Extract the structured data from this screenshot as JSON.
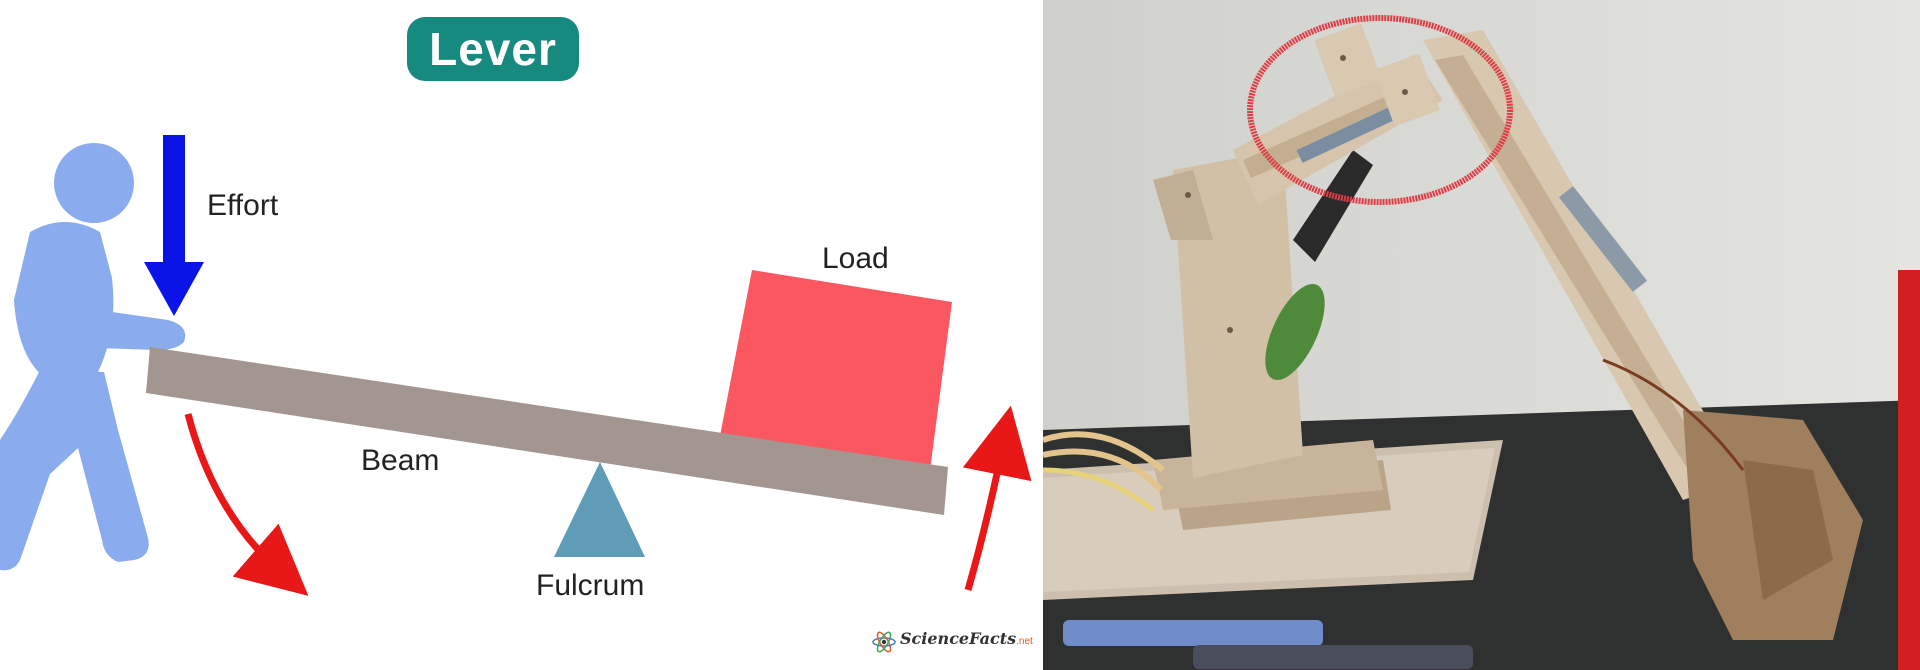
{
  "diagram": {
    "title": "Lever",
    "labels": {
      "effort": "Effort",
      "load": "Load",
      "beam": "Beam",
      "fulcrum": "Fulcrum"
    },
    "credit": {
      "brand": "ScienceFacts",
      "suffix": ".net"
    },
    "colors": {
      "title_badge": "#168a7e",
      "person": "#8aabee",
      "effort_arrow": "#0a14e6",
      "beam": "#a39691",
      "load": "#fa5760",
      "fulcrum": "#5f9cb7",
      "motion_arrows": "#e81818"
    }
  },
  "photo": {
    "subject": "cardboard hydraulic robotic arm with syringes",
    "highlight_color": "#e03c46"
  }
}
